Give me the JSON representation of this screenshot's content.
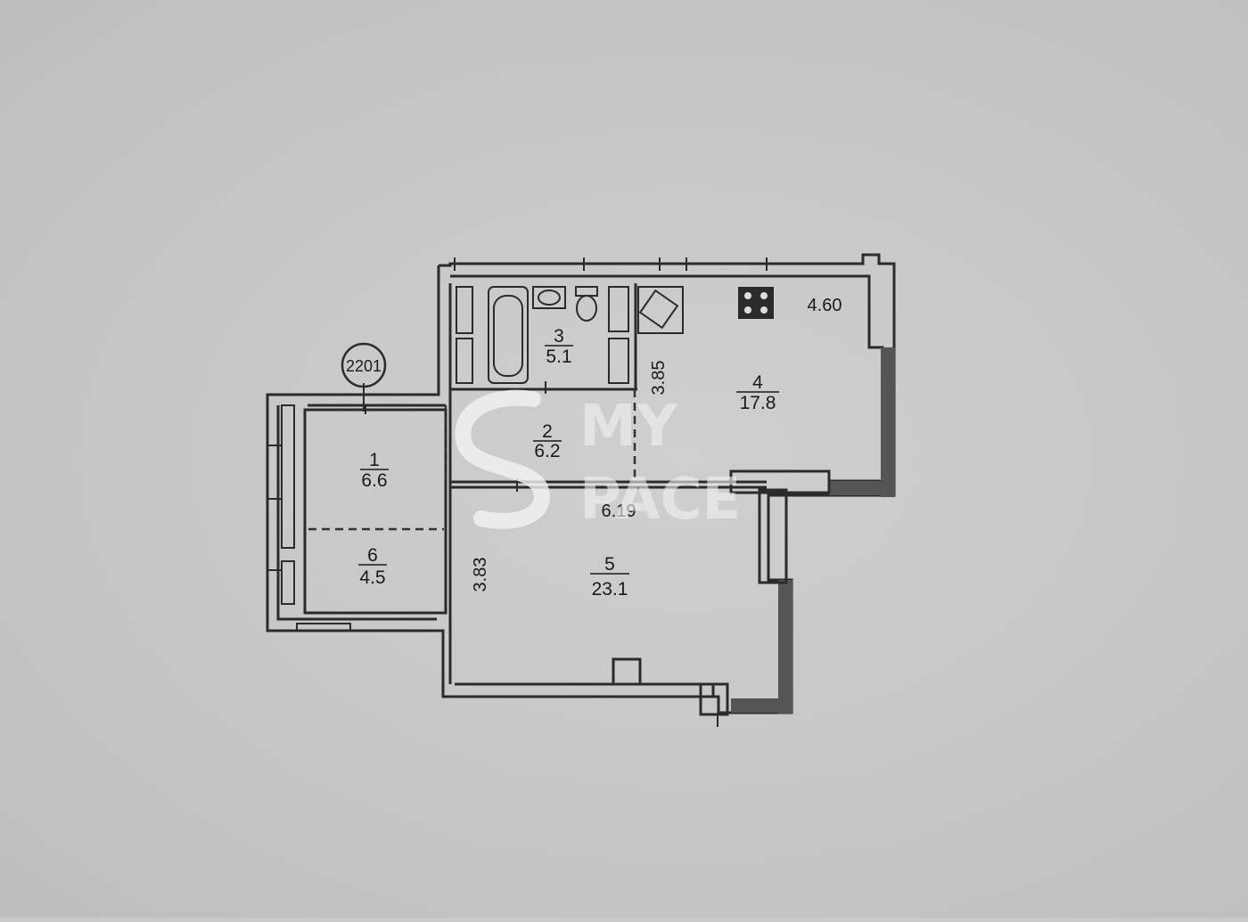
{
  "plan_tag": "2201",
  "rooms": [
    {
      "number": "1",
      "area": "6.6"
    },
    {
      "number": "2",
      "area": "6.2"
    },
    {
      "number": "3",
      "area": "5.1"
    },
    {
      "number": "4",
      "area": "17.8"
    },
    {
      "number": "5",
      "area": "23.1"
    },
    {
      "number": "6",
      "area": "4.5"
    }
  ],
  "dimensions": [
    "4.60",
    "3.85",
    "6.19",
    "3.83"
  ],
  "watermark": {
    "line1": "MY",
    "line2": "PACE"
  }
}
